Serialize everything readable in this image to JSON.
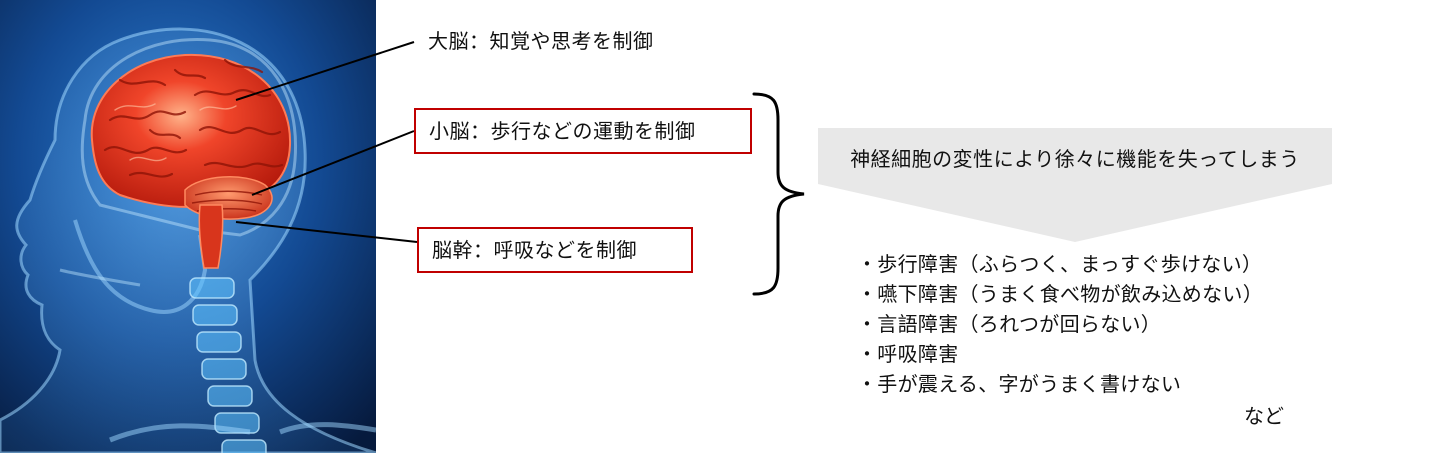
{
  "regions": {
    "cerebrum": "大脳：知覚や思考を制御",
    "cerebellum": "小脳：歩行などの運動を制御",
    "brainstem": "脳幹：呼吸などを制御"
  },
  "effect": "神経細胞の変性により徐々に機能を失ってしまう",
  "symptoms": [
    "・歩行障害（ふらつく、まっすぐ歩けない）",
    "・嚥下障害（うまく食べ物が飲み込めない）",
    "・言語障害（ろれつが回らない）",
    "・呼吸障害",
    "・手が震える、字がうまく書けない"
  ],
  "etc": "など",
  "colors": {
    "highlight_border": "#c00000",
    "arrow_fill": "#e8e8e8",
    "brain": "#d42a14",
    "illustration_bg": "#0b2a5c"
  }
}
